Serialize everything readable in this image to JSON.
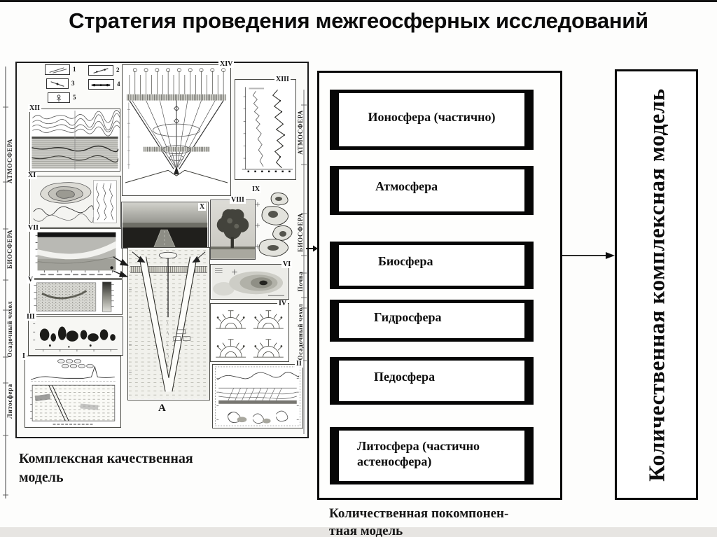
{
  "page": {
    "title": "Стратегия проведения межгеосферных исследований"
  },
  "left_figure": {
    "caption": {
      "line1": "Комплексная качественная",
      "line2": "модель"
    },
    "legend": {
      "n1": "1",
      "n2": "2",
      "n3": "3",
      "n4": "4",
      "n5": "5"
    },
    "panels": {
      "xii": "XII",
      "xi": "XI",
      "vii": "VII",
      "v": "V",
      "iii": "III",
      "i": "I",
      "xiv": "XIV",
      "xiii": "XIII",
      "x": "X",
      "ix": "IX",
      "viii": "VIII",
      "vi": "VI",
      "iv": "IV",
      "ii": "II",
      "funnel": "А"
    },
    "left_axis": {
      "l1": "АТМОСФЕРА",
      "l2": "БИОСФЕРА",
      "l3": "Осадочный чехол",
      "l4": "Литосфера"
    },
    "right_axis": {
      "r1": "АТМОСФЕРА",
      "r2": "БИОСФЕРА",
      "r3": "Почва",
      "r4": "Осадочный чехол"
    }
  },
  "middle_panel": {
    "boxes": [
      "Ионосфера (частично)",
      "Атмосфера",
      "Биосфера",
      "Гидросфера",
      "Педосфера",
      "Литосфера (частично астеносфера)"
    ],
    "caption": {
      "line1": "Количественная покомпонен-",
      "line2": "тная модель"
    }
  },
  "right_panel": {
    "label": "Количественная комплексная модель"
  }
}
